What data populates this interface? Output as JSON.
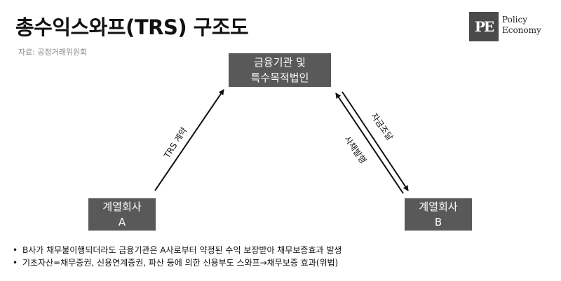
{
  "title": "총수익스와프(TRS) 구조도",
  "source": "자료: 공정거래위원회",
  "logo": {
    "mark": "PE",
    "line1": "Policy",
    "line2": "Economy"
  },
  "nodes": {
    "top": {
      "line1": "금융기관 및",
      "line2": "특수목적법인"
    },
    "a": {
      "line1": "계열회사",
      "line2": "A"
    },
    "b": {
      "line1": "계열회사",
      "line2": "B"
    }
  },
  "edges": {
    "trs": "TRS 계약",
    "supply": "자금조달",
    "issue": "사채발행"
  },
  "notes": [
    "B사가 채무불이행되더라도 금융기관은 A사로부터 약정된 수익 보장받아 채무보증효과 발생",
    "기초자산=채무증권, 신용연계증권, 파산 등에 의한 신용부도 스와프→채무보증 효과(위법)"
  ]
}
